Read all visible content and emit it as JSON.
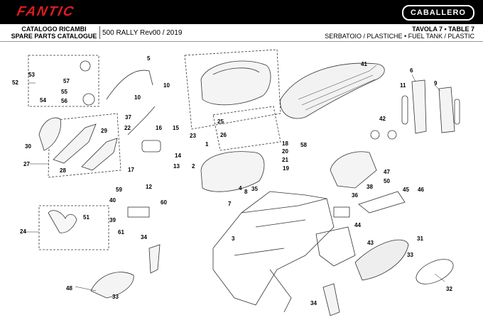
{
  "brand": "FANTIC",
  "model_badge": "CABALLERO",
  "catalog": {
    "line1": "CATALOGO RICAMBI",
    "line2": "SPARE PARTS CATALOGUE"
  },
  "revision": "500 RALLY Rev00 / 2019",
  "table": {
    "line1": "TAVOLA 7 • TABLE 7",
    "line2": "SERBATOIO / PLASTICHE • FUEL TANK / PLASTIC"
  },
  "part_labels": [
    "1",
    "2",
    "3",
    "4",
    "5",
    "6",
    "7",
    "8",
    "9",
    "10",
    "11",
    "12",
    "13",
    "14",
    "15",
    "16",
    "17",
    "18",
    "19",
    "20",
    "21",
    "22",
    "23",
    "24",
    "25",
    "26",
    "27",
    "28",
    "29",
    "30",
    "31",
    "32",
    "33",
    "34",
    "35",
    "36",
    "37",
    "38",
    "39",
    "40",
    "41",
    "42",
    "43",
    "44",
    "45",
    "46",
    "47",
    "48",
    "50",
    "51",
    "52",
    "53",
    "54",
    "55",
    "56",
    "57",
    "58",
    "59",
    "60",
    "61"
  ],
  "colors": {
    "brand_red": "#e11a22",
    "header_bg": "#000000"
  }
}
